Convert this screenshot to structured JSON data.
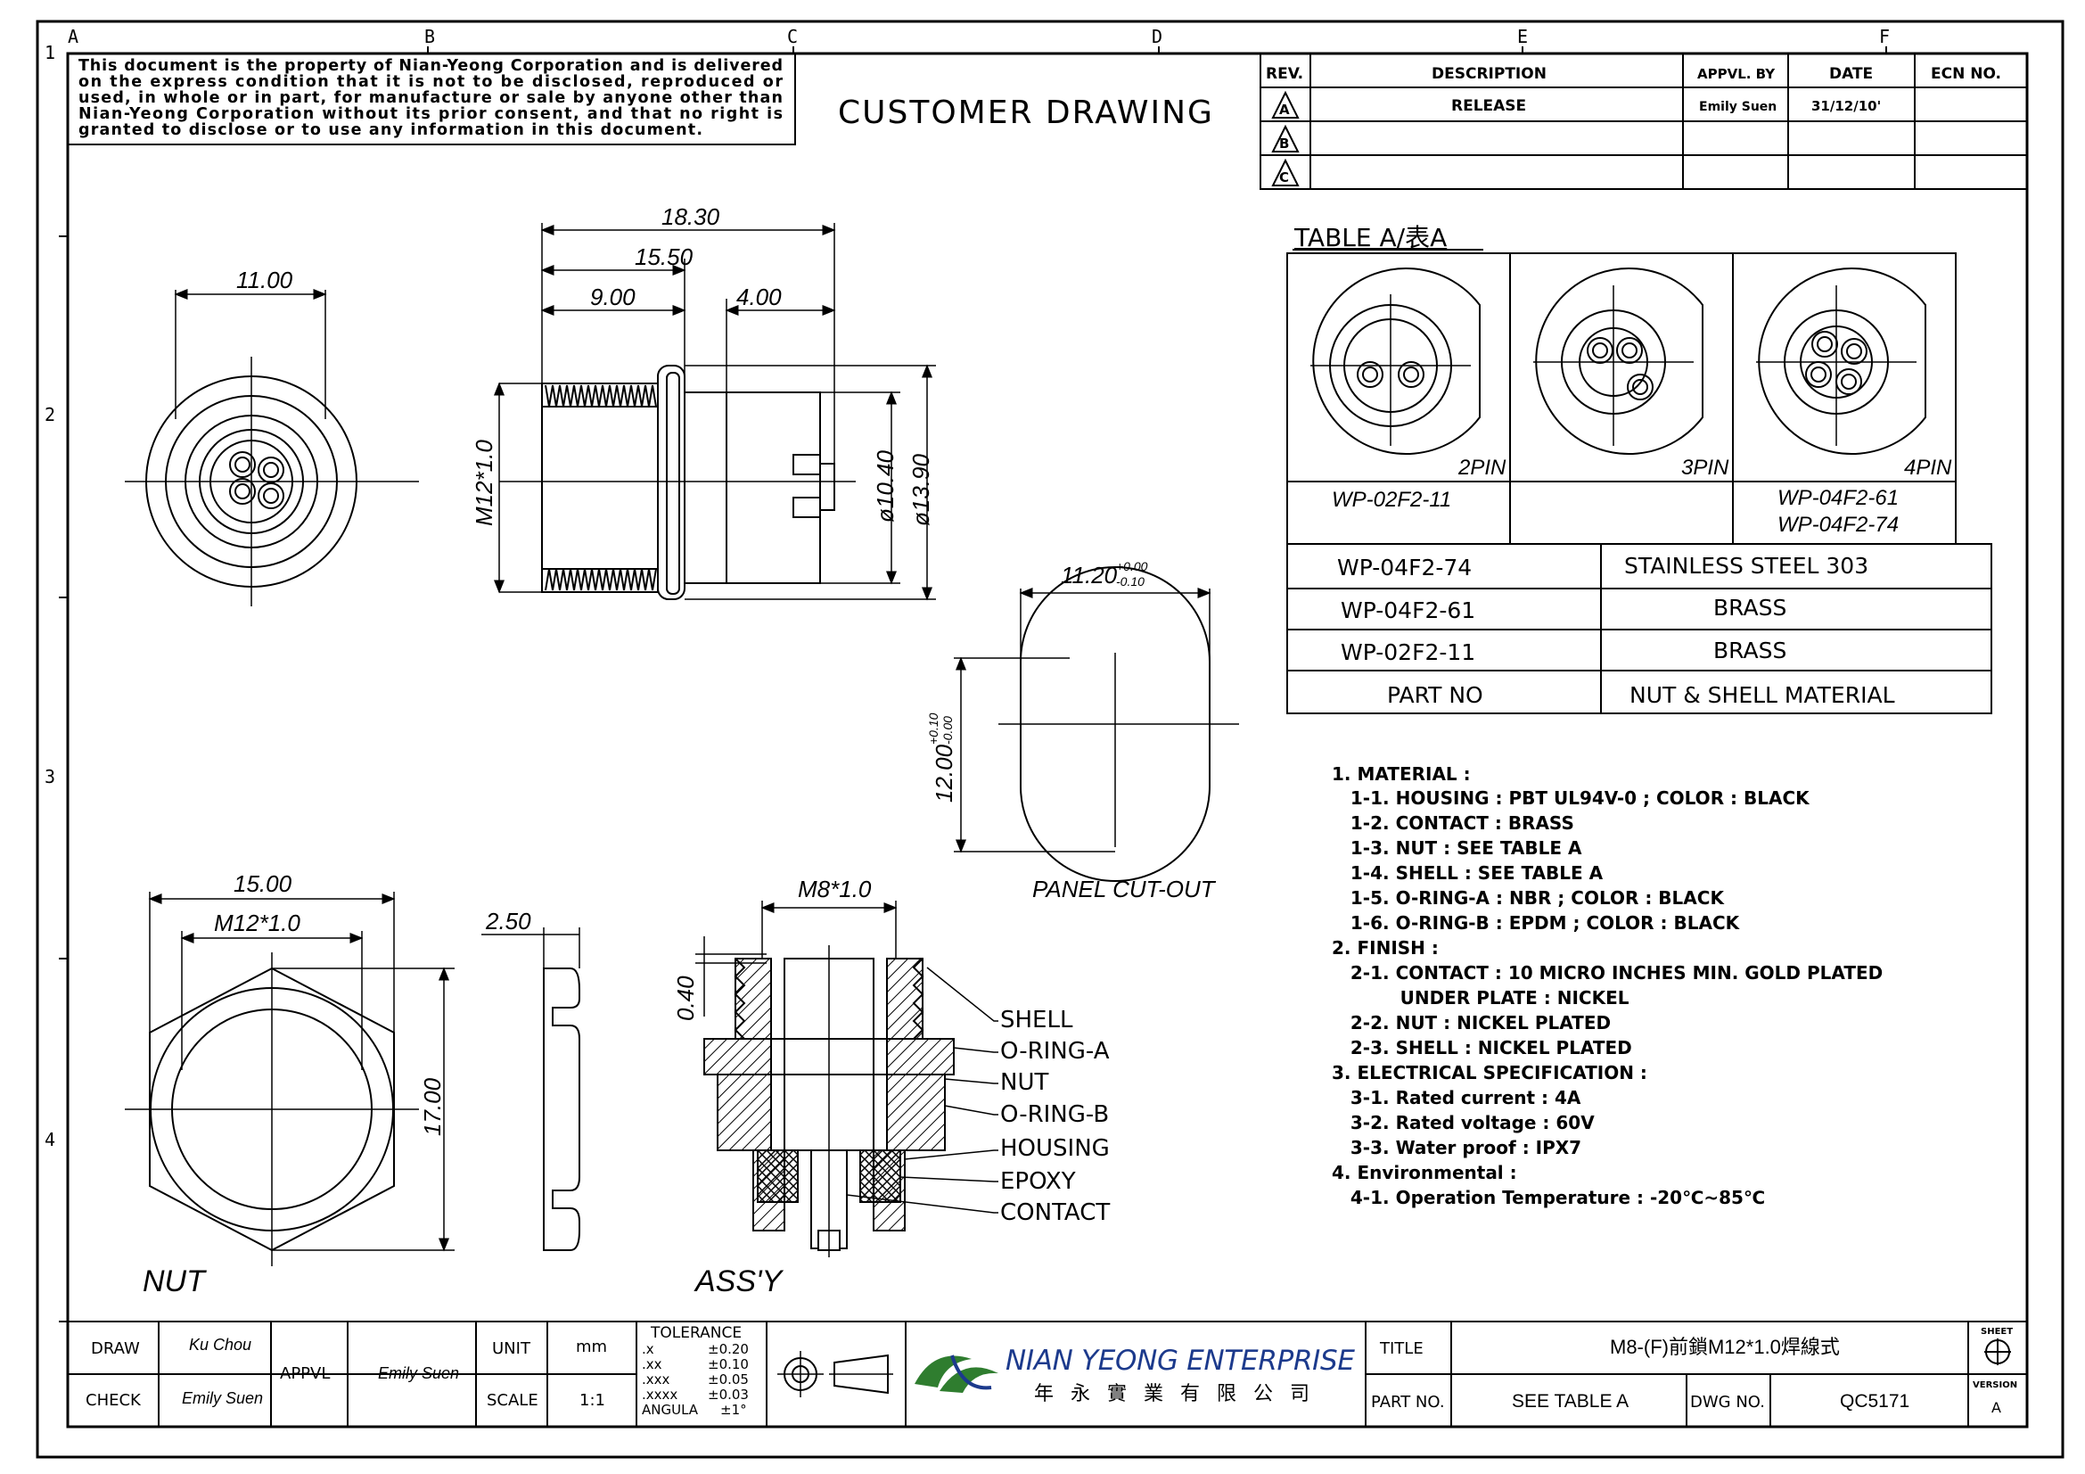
{
  "zone_letters": [
    "A",
    "B",
    "C",
    "D",
    "E",
    "F"
  ],
  "zone_numbers": [
    "1",
    "2",
    "3",
    "4"
  ],
  "disclaimer": [
    "This document is the property of Nian-Yeong Corporation and is delivered",
    "on  the  express condition that it is not to be disclosed, reproduced or",
    "used, in whole or in part, for manufacture or sale by anyone other than",
    "Nian-Yeong Corporation without  its prior consent, and that  no right  is",
    "granted to disclose or to use any information in this  document."
  ],
  "doc_title": "CUSTOMER DRAWING",
  "revision_table": {
    "headers": [
      "REV.",
      "DESCRIPTION",
      "APPVL. BY",
      "DATE",
      "ECN NO."
    ],
    "rows": [
      {
        "rev": "A",
        "description": "RELEASE",
        "appvl": "Emily Suen",
        "date": "31/12/10'",
        "ecn": ""
      },
      {
        "rev": "B",
        "description": "",
        "appvl": "",
        "date": "",
        "ecn": ""
      },
      {
        "rev": "C",
        "description": "",
        "appvl": "",
        "date": "",
        "ecn": ""
      }
    ]
  },
  "front_view": {
    "dim_width": "11.00"
  },
  "side_view": {
    "dim_total": "18.30",
    "dim_mid": "15.50",
    "dim_thread": "9.00",
    "dim_tail": "4.00",
    "thread_label": "M12*1.0",
    "dia_inner": "ø10.40",
    "dia_outer": "ø13.90"
  },
  "panel_cutout": {
    "dim_width": "11.20",
    "tol_width_plus": "+0.00",
    "tol_width_minus": "-0.10",
    "dim_height": "12.00",
    "tol_height_plus": "+0.10",
    "tol_height_minus": "-0.00",
    "label": "PANEL CUT-OUT"
  },
  "nut_view": {
    "dim_across": "15.00",
    "thread": "M12*1.0",
    "dim_height": "17.00",
    "dim_thickness": "2.50",
    "label": "NUT"
  },
  "assembly": {
    "thread": "M8*1.0",
    "dim_gap": "0.40",
    "label": "ASS'Y",
    "callouts": [
      "SHELL",
      "O-RING-A",
      "NUT",
      "O-RING-B",
      "HOUSING",
      "EPOXY",
      "CONTACT"
    ]
  },
  "table_a": {
    "title": "TABLE A/表A",
    "pin_cells": [
      {
        "pins": "2PIN",
        "parts": [
          "WP-02F2-11"
        ]
      },
      {
        "pins": "3PIN",
        "parts": []
      },
      {
        "pins": "4PIN",
        "parts": [
          "WP-04F2-61",
          "WP-04F2-74"
        ]
      }
    ],
    "material_rows": [
      {
        "part": "WP-04F2-74",
        "material": "STAINLESS  STEEL  303"
      },
      {
        "part": "WP-04F2-61",
        "material": "BRASS"
      },
      {
        "part": "WP-02F2-11",
        "material": "BRASS"
      }
    ],
    "header": {
      "part": "PART  NO",
      "material": "NUT  &  SHELL  MATERIAL"
    }
  },
  "notes": [
    "1. MATERIAL :",
    "   1-1. HOUSING : PBT UL94V-0 ; COLOR : BLACK",
    "   1-2. CONTACT : BRASS",
    "   1-3. NUT : SEE TABLE A",
    "   1-4. SHELL : SEE TABLE A",
    "   1-5. O-RING-A : NBR ; COLOR : BLACK",
    "   1-6. O-RING-B : EPDM ; COLOR : BLACK",
    "2. FINISH :",
    "   2-1. CONTACT : 10 MICRO INCHES MIN. GOLD PLATED",
    "           UNDER PLATE : NICKEL",
    "   2-2. NUT : NICKEL PLATED",
    "   2-3. SHELL : NICKEL PLATED",
    "3. ELECTRICAL SPECIFICATION :",
    "   3-1. Rated current : 4A",
    "   3-2. Rated voltage : 60V",
    "   3-3. Water proof : IPX7",
    "4. Environmental :",
    "   4-1. Operation Temperature : -20℃~85℃"
  ],
  "title_block": {
    "draw_label": "DRAW",
    "draw_value": "Ku Chou",
    "check_label": "CHECK",
    "check_value": "Emily Suen",
    "appvl_label": "APPVL",
    "appvl_value": "Emily Suen",
    "unit_label": "UNIT",
    "unit_value": "mm",
    "scale_label": "SCALE",
    "scale_value": "1:1",
    "tolerance_title": "TOLERANCE",
    "tolerance_rows": [
      {
        "k": ".x",
        "v": "±0.20"
      },
      {
        "k": ".xx",
        "v": "±0.10"
      },
      {
        "k": ".xxx",
        "v": "±0.05"
      },
      {
        "k": ".xxxx",
        "v": "±0.03"
      },
      {
        "k": "ANGULA",
        "v": "±1°"
      }
    ],
    "company": "NIAN YEONG ENTERPRISE",
    "company_cn": "年 永 實 業 有 限 公 司",
    "title_label": "TITLE",
    "title_value": "M8-(F)前鎖M12*1.0焊線式",
    "partno_label": "PART NO.",
    "partno_value": "SEE TABLE A",
    "dwgno_label": "DWG NO.",
    "dwgno_value": "QC5171",
    "sheet_label": "SHEET",
    "version_label": "VERSION",
    "version_value": "A"
  }
}
